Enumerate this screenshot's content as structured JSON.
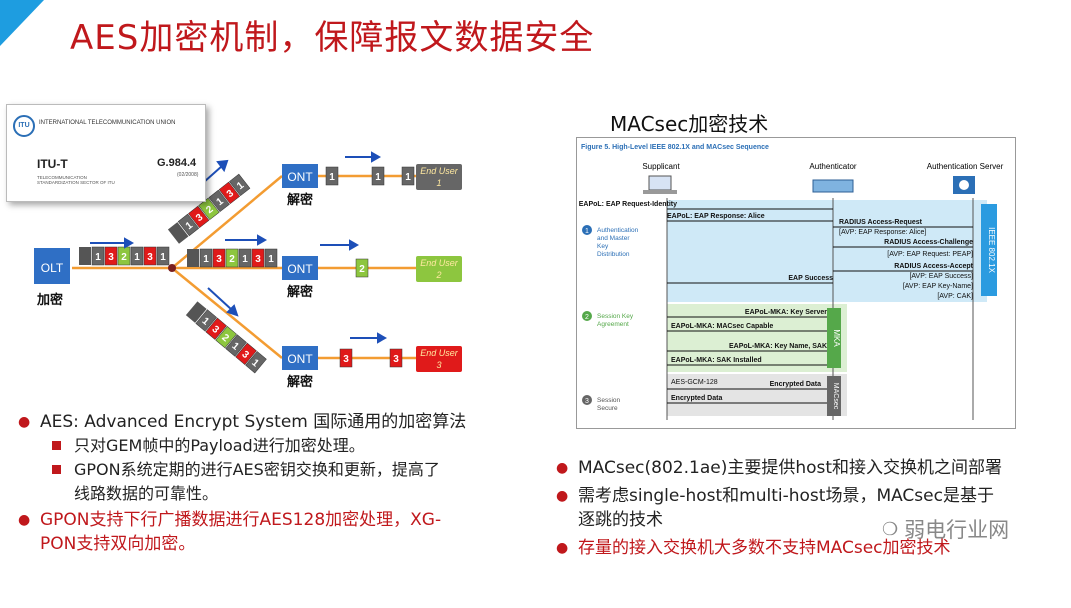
{
  "slide": {
    "title": "AES加密机制，保障报文数据安全",
    "accent_color": "#c0181c",
    "corner_color": "#1e9de0"
  },
  "gpon_figure": {
    "itu_card": {
      "logo": "ITU",
      "union": "INTERNATIONAL TELECOMMUNICATION UNION",
      "name": "ITU-T",
      "sector": "TELECOMMUNICATION STANDARDIZATION SECTOR OF ITU",
      "doc": "G.984.4",
      "date": "(02/2008)"
    },
    "olt": {
      "label": "OLT",
      "caption": "加密"
    },
    "downstream_frame": [
      "1",
      "3",
      "2",
      "1",
      "3",
      "1"
    ],
    "branch_frames": {
      "upper": [
        "1",
        "3",
        "2",
        "1",
        "3",
        "1"
      ],
      "middle": [
        "1",
        "3",
        "2",
        "1",
        "3",
        "1"
      ],
      "lower": [
        "1",
        "3",
        "2",
        "1",
        "3",
        "1"
      ]
    },
    "onts": [
      {
        "label": "ONT",
        "caption": "解密",
        "received": [
          "1",
          "1",
          "1"
        ],
        "end_user": "End User 1"
      },
      {
        "label": "ONT",
        "caption": "解密",
        "received": [
          "2"
        ],
        "end_user": "End User 2"
      },
      {
        "label": "ONT",
        "caption": "解密",
        "received": [
          "3",
          "3"
        ],
        "end_user": "End User 3"
      }
    ]
  },
  "macsec": {
    "title": "MACsec加密技术",
    "figure_caption": "Figure 5.  High-Level IEEE 802.1X and MACsec Sequence",
    "actors": [
      "Supplicant",
      "Authenticator",
      "Authentication Server"
    ],
    "phases": [
      {
        "num": "1",
        "label": "Authentication and Master Key Distribution"
      },
      {
        "num": "2",
        "label": "Session Key Agreement"
      },
      {
        "num": "3",
        "label": "Session Secure"
      }
    ],
    "side_labels": {
      "ieee": "IEEE 802.1X",
      "mka": "MKA",
      "macsec": "MACsec"
    },
    "messages": [
      "EAPoL: EAP Request-Identity",
      "EAPoL: EAP Response: Alice",
      "RADIUS Access-Request",
      "[AVP: EAP Response: Alice]",
      "RADIUS Access-Challenge",
      "[AVP: EAP Request: PEAP]",
      "RADIUS Access-Accept",
      "[AVP: EAP Success]",
      "[AVP: EAP Key-Name]",
      "[AVP: CAK]",
      "EAP Success",
      "EAPoL-MKA: Key Server",
      "EAPoL-MKA: MACsec Capable",
      "EAPoL-MKA: Key Name, SAK",
      "EAPoL-MKA: SAK Installed",
      "AES-GCM-128",
      "Encrypted Data",
      "Encrypted Data"
    ]
  },
  "left_bullets": {
    "b1": "AES: Advanced Encrypt System 国际通用的加密算法",
    "s1": "只对GEM帧中的Payload进行加密处理。",
    "s2a": "GPON系统定期的进行AES密钥交换和更新，提高了",
    "s2b": "线路数据的可靠性。",
    "b2a": "GPON支持下行广播数据进行AES128加密处理，XG-",
    "b2b": "PON支持双向加密。"
  },
  "right_bullets": {
    "b1": "MACsec(802.1ae)主要提供host和接入交换机之间部署",
    "b2a": "需考虑single-host和multi-host场景，MACsec是基于",
    "b2b": "逐跳的技术",
    "b3": "存量的接入交换机大多数不支持MACsec加密技术"
  },
  "watermark": "弱电行业网"
}
